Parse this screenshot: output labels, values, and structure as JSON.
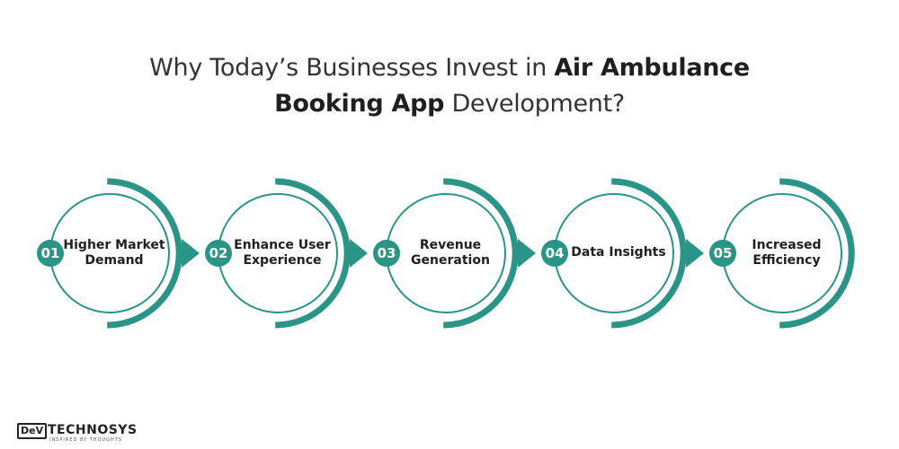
{
  "title": {
    "part1": "Why Today’s Businesses Invest in ",
    "bold1": "Air Ambulance",
    "bold2": "Booking App",
    "part2": " Development?"
  },
  "steps": [
    {
      "number": "01",
      "label_line1": "Higher Market",
      "label_line2": "Demand"
    },
    {
      "number": "02",
      "label_line1": "Enhance User",
      "label_line2": "Experience"
    },
    {
      "number": "03",
      "label_line1": "Revenue",
      "label_line2": "Generation"
    },
    {
      "number": "04",
      "label_line1": "Data Insights",
      "label_line2": ""
    },
    {
      "number": "05",
      "label_line1": "Increased",
      "label_line2": "Efficiency"
    }
  ],
  "brand": {
    "box": "DeV",
    "name": "TECHNOSYS",
    "tagline": "INSPIRED BY THOUGHTS"
  },
  "colors": {
    "accent": "#2a9487",
    "text": "#1f1f1f"
  }
}
